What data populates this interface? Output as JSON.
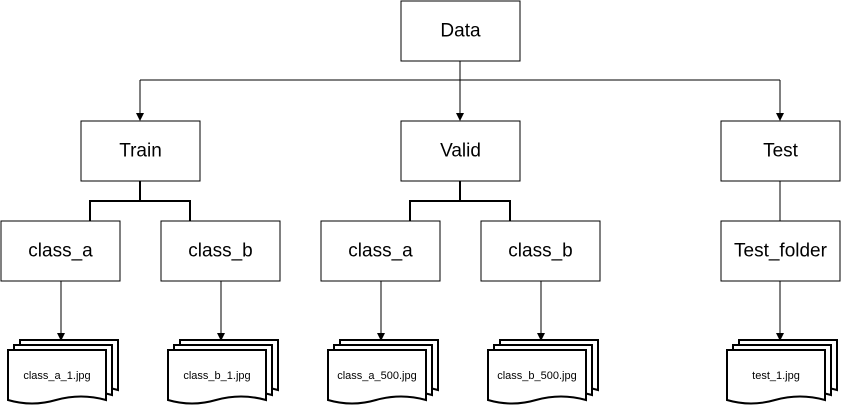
{
  "nodes": {
    "data": "Data",
    "train": "Train",
    "valid": "Valid",
    "test": "Test",
    "train_class_a": "class_a",
    "train_class_b": "class_b",
    "valid_class_a": "class_a",
    "valid_class_b": "class_b",
    "test_folder": "Test_folder"
  },
  "files": {
    "train_class_a": "class_a_1.jpg",
    "train_class_b": "class_b_1.jpg",
    "valid_class_a": "class_a_500.jpg",
    "valid_class_b": "class_b_500.jpg",
    "test_folder": "test_1.jpg"
  }
}
